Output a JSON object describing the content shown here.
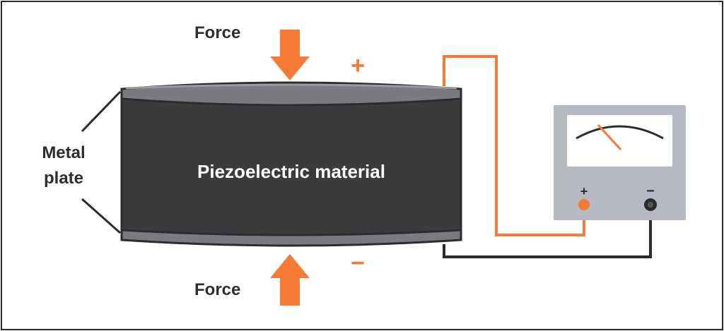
{
  "labels": {
    "force_top": "Force",
    "force_bottom": "Force",
    "metal_plate_line1": "Metal",
    "metal_plate_line2": "plate",
    "material": "Piezoelectric material",
    "charge_top": "+",
    "charge_bottom": "−",
    "meter_plus": "+",
    "meter_minus": "−"
  },
  "colors": {
    "accent": "#f47a35",
    "cylinder": "#3b3b3d",
    "plate": "#7a7b80",
    "outline": "#2c2c2c",
    "meter_body": "#b6b9c2",
    "wire_negative": "#2c2c2c"
  }
}
